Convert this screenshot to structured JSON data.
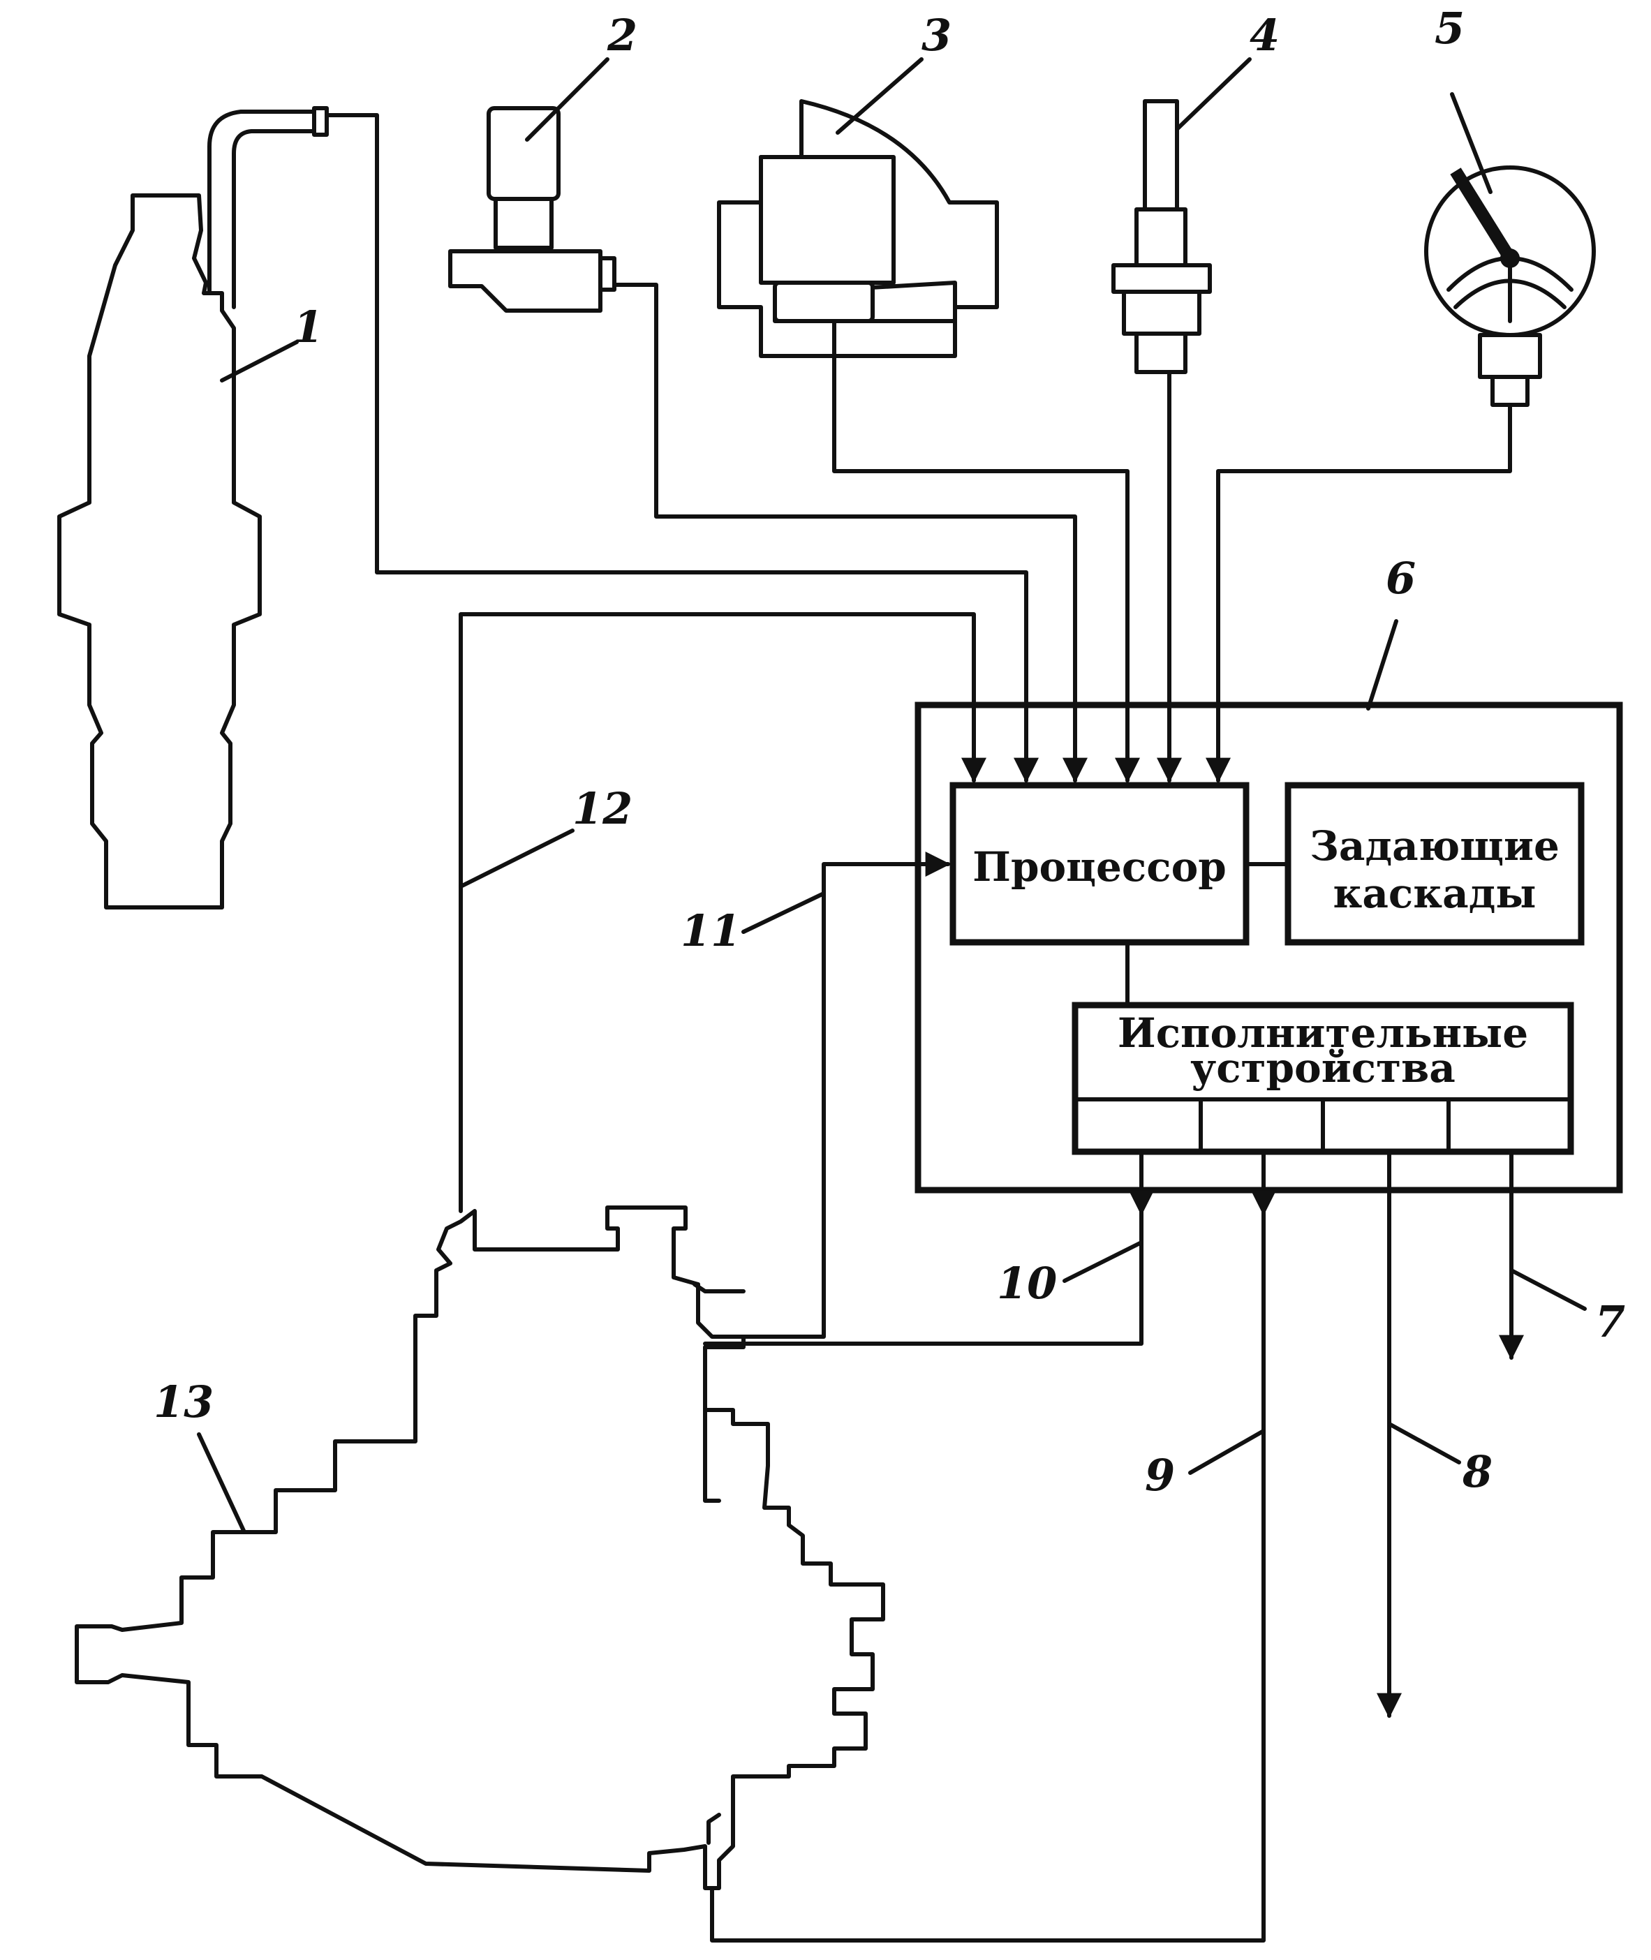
{
  "labels": {
    "l1": "1",
    "l2": "2",
    "l3": "3",
    "l4": "4",
    "l5": "5",
    "l6": "6",
    "l7": "7",
    "l8": "8",
    "l9": "9",
    "l10": "10",
    "l11": "11",
    "l12": "12",
    "l13": "13"
  },
  "blocks": {
    "processor": "Процессор",
    "driver_stages_line1": "Задающие",
    "driver_stages_line2": "каскады",
    "actuators_line1": "Исполнительные",
    "actuators_line2": "устройства"
  }
}
